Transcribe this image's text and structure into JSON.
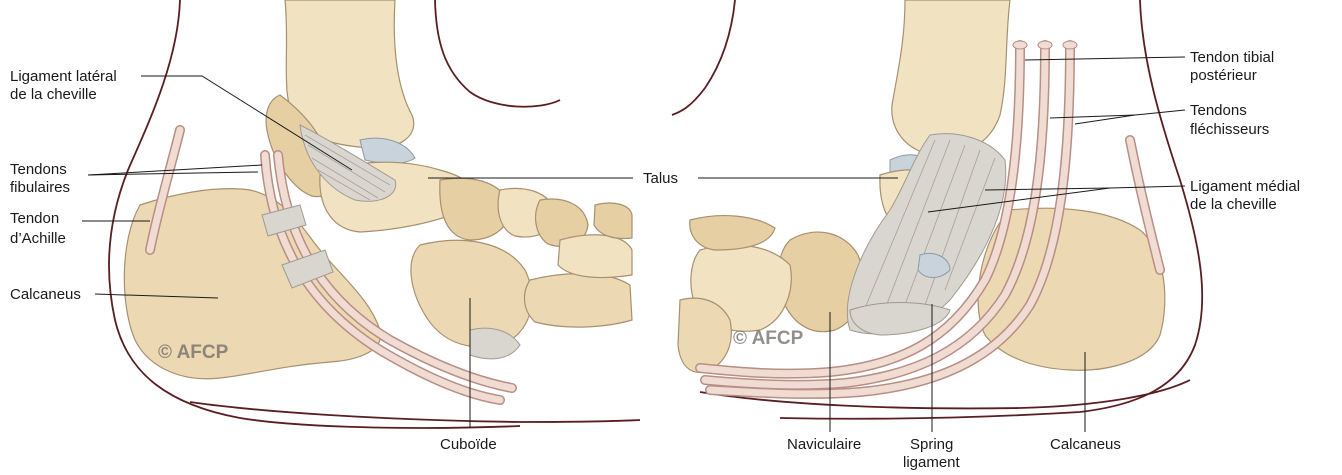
{
  "watermark": "© AFCP",
  "left_view": {
    "labels": {
      "ligament_lateral_l1": "Ligament latéral",
      "ligament_lateral_l2": "de la cheville",
      "tendons_fibulaires_l1": "Tendons",
      "tendons_fibulaires_l2": "fibulaires",
      "tendon_achille_l1": "Tendon",
      "tendon_achille_l2": "d’Achille",
      "calcaneus": "Calcaneus",
      "cuboide": "Cuboïde"
    }
  },
  "center": {
    "talus": "Talus"
  },
  "right_view": {
    "labels": {
      "tendon_tibial_l1": "Tendon tibial",
      "tendon_tibial_l2": "postérieur",
      "tendons_flechisseurs_l1": "Tendons",
      "tendons_flechisseurs_l2": "fléchisseurs",
      "ligament_medial_l1": "Ligament médial",
      "ligament_medial_l2": "de la cheville",
      "naviculaire": "Naviculaire",
      "spring_l1": "Spring",
      "spring_l2": "ligament",
      "calcaneus": "Calcaneus"
    }
  },
  "colors": {
    "skin_outline": "#5a1e22",
    "bone": "#ecd9b3",
    "ligament": "#d9d5cf",
    "tendon": "#f0dcd3"
  }
}
